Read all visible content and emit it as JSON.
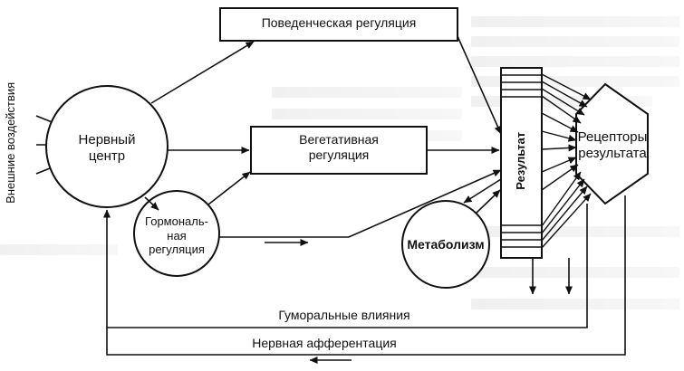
{
  "nodes": {
    "external_influences": "Внешние воздействия",
    "nerve_center": "Нервный\nцентр",
    "hormonal_regulation": "Гормональ-\nная\nрегуляция",
    "behavioral_regulation": "Поведенческая регуляция",
    "vegetative_regulation": "Вегетативная\nрегуляция",
    "metabolism": "Метаболизм",
    "result": "Результат",
    "result_receptors": "Рецепторы\nрезультата"
  },
  "feedback": {
    "humoral_influences": "Гуморальные влияния",
    "nerve_afferentation": "Нервная афферентация"
  },
  "colors": {
    "ink": "#111111",
    "paper": "#ffffff"
  }
}
